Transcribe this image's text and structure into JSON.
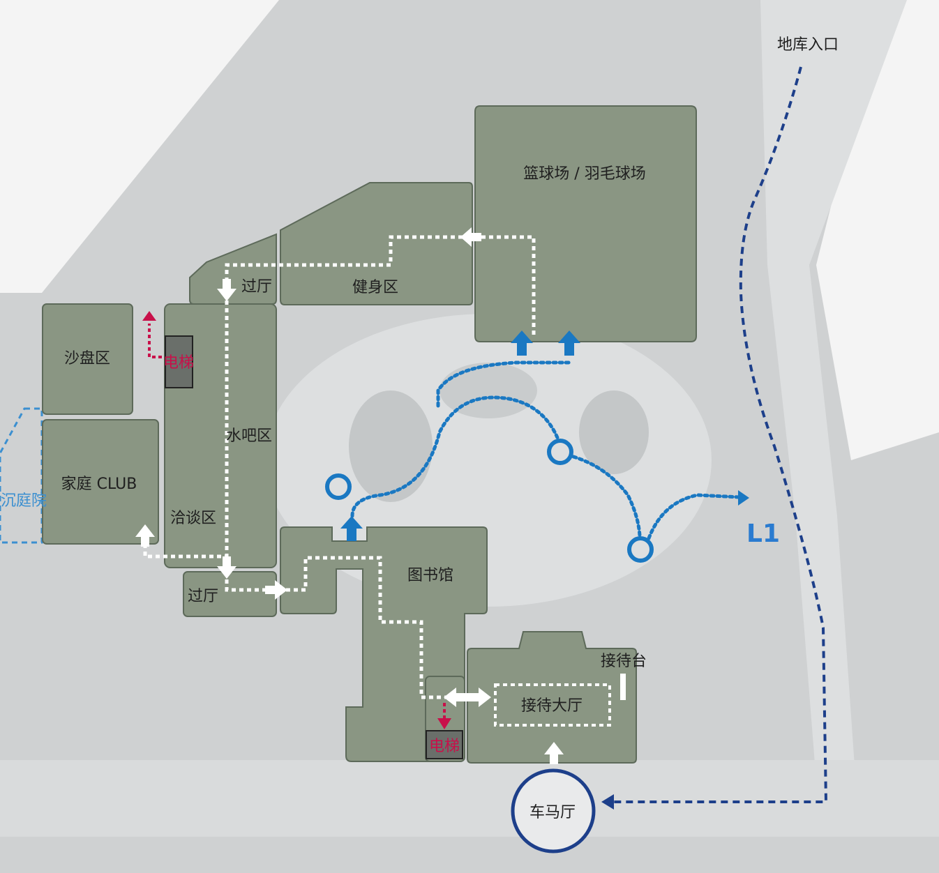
{
  "labels": {
    "basement_entrance": "地库入口",
    "court": "篮球场 / 羽毛球场",
    "gym": "健身区",
    "hall_top": "过厅",
    "sand_table": "沙盘区",
    "elevator_top": "电梯",
    "water_bar": "水吧区",
    "family_club": "家庭 CLUB",
    "sunken_court": "沉庭院",
    "negotiation": "洽谈区",
    "hall_bottom": "过厅",
    "library": "图书馆",
    "reception_desk": "接待台",
    "reception_hall": "接待大厅",
    "elevator_bottom": "电梯",
    "porte_cochere": "车马厅",
    "level": "L1"
  },
  "colors": {
    "room_fill": "#8a9683",
    "room_stroke": "#5d6a5a",
    "background_gray": "#cfd1d2",
    "road_gray": "#dddfe0",
    "route_white": "#ffffff",
    "route_blue": "#1a78c2",
    "route_navy": "#1d3f8a",
    "elevator_red": "#c8104a"
  }
}
